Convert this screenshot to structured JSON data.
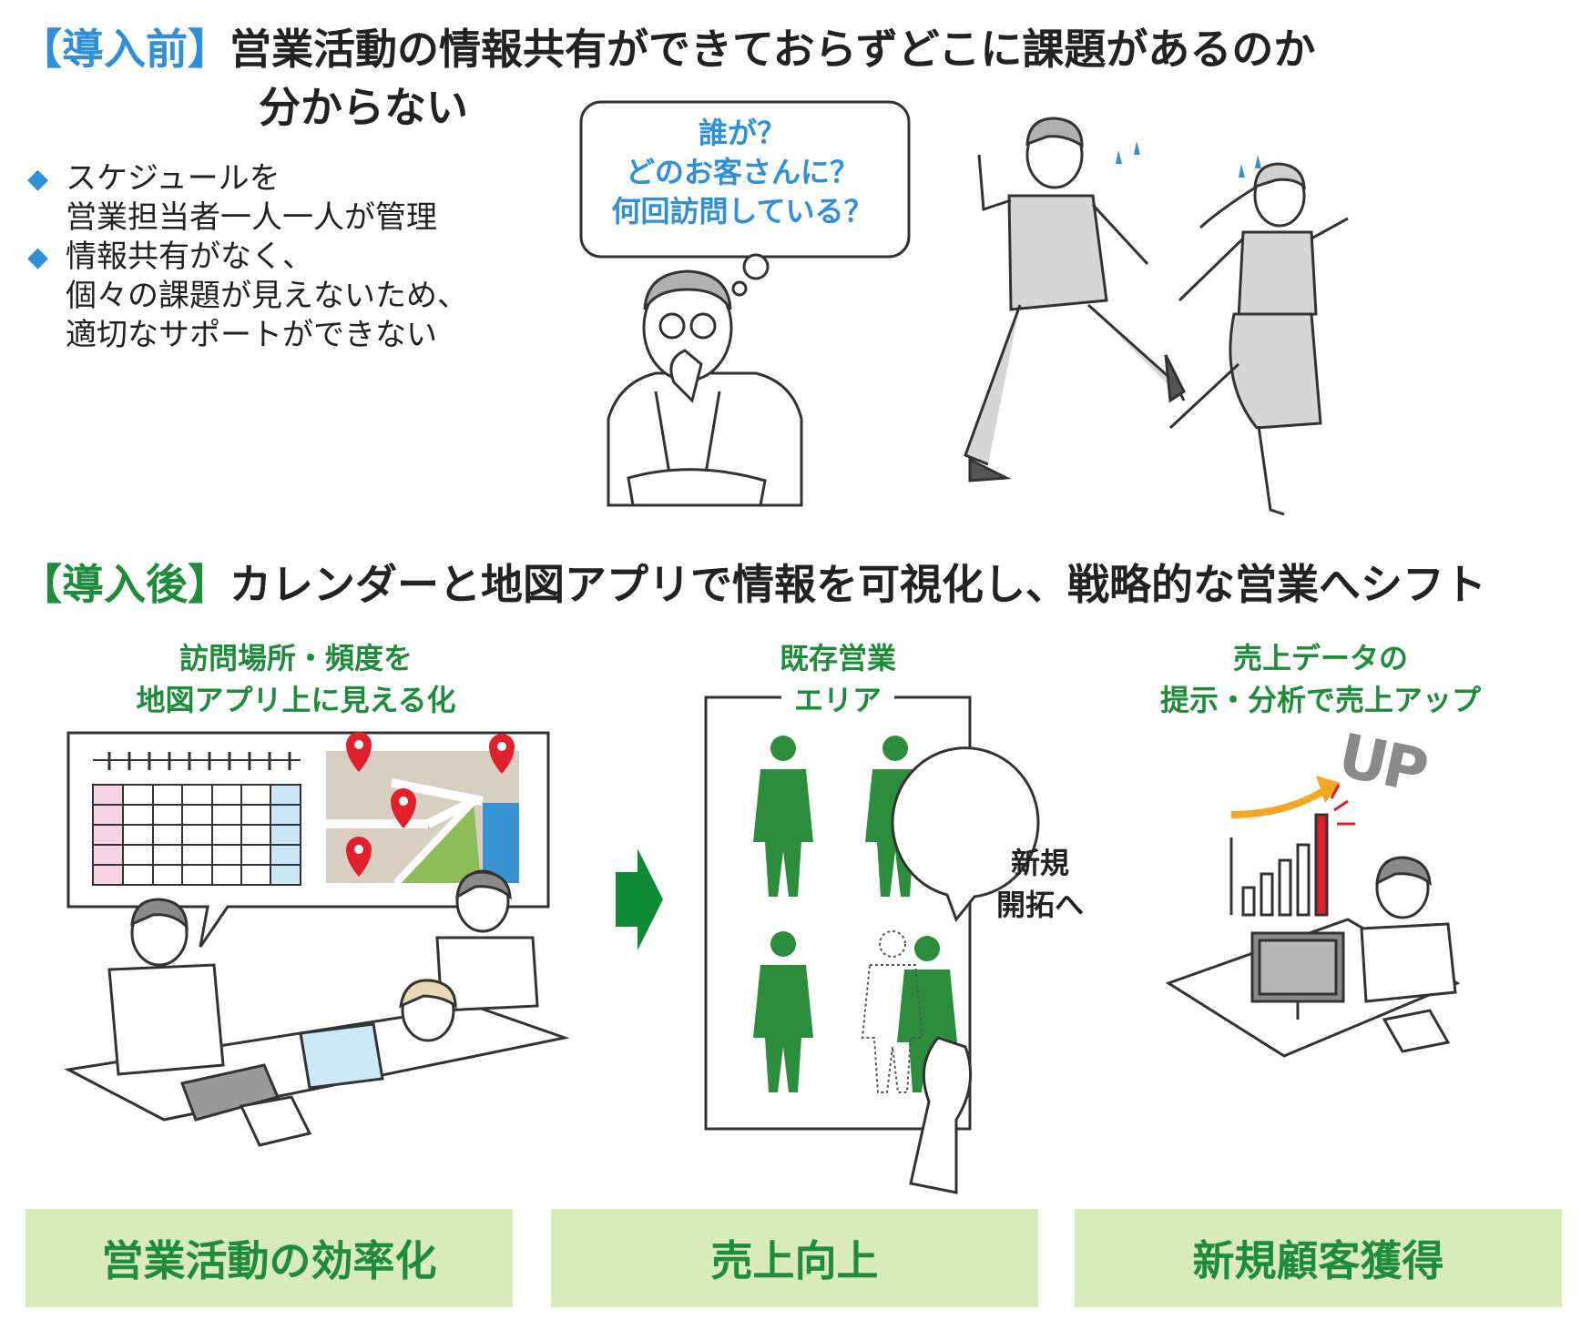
{
  "before": {
    "tag": "【導入前】",
    "title_line1": "営業活動の情報共有ができておらずどこに課題があるのか",
    "title_line2": "分からない",
    "bullets": [
      {
        "lines": [
          "スケジュールを",
          "営業担当者一人一人が管理"
        ]
      },
      {
        "lines": [
          "情報共有がなく、",
          "個々の課題が見えないため、",
          "適切なサポートができない"
        ]
      }
    ],
    "bubble_lines": [
      "誰が？",
      "どのお客さんに？",
      "何回訪問している？"
    ]
  },
  "after": {
    "tag": "【導入後】",
    "title": "カレンダーと地図アプリで情報を可視化し、戦略的な営業へシフト",
    "captions": [
      {
        "lines": [
          "訪問場所・頻度を",
          "地図アプリ上に見える化"
        ]
      },
      {
        "lines": [
          "既存営業",
          "エリア"
        ]
      },
      {
        "lines": [
          "売上データの",
          "提示・分析で売上アップ"
        ]
      }
    ],
    "new_bubble_lines": [
      "新規",
      "開拓へ"
    ],
    "up_text": "UP",
    "results": [
      "営業活動の効率化",
      "売上向上",
      "新規顧客獲得"
    ]
  },
  "colors": {
    "blue": "#2f8fd8",
    "green": "#1e8c3a",
    "light_green": "#d9ebbb",
    "pin_red": "#e0202a",
    "bar_red": "#e0202a",
    "arrow_orange": "#f5a623"
  }
}
